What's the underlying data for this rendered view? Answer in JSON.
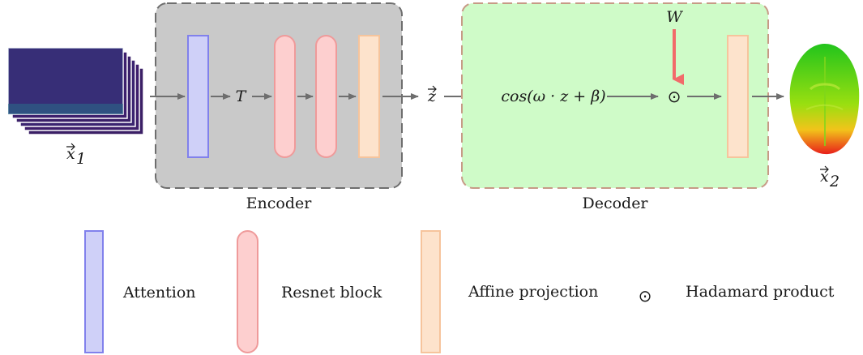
{
  "input_symbol": "x",
  "input_subscript": "1",
  "output_symbol": "x",
  "output_subscript": "2",
  "latent_symbol": "z",
  "transpose_symbol": "T",
  "weight_symbol": "W",
  "decoder_expression": "cos(ω · z + β)",
  "hadamard_symbol": "⊙",
  "encoder": {
    "title": "Encoder"
  },
  "decoder": {
    "title": "Decoder"
  },
  "legend": {
    "attention": "Attention",
    "resnet": "Resnet block",
    "affine": "Affine projection",
    "hadamard_symbol": "⊙",
    "hadamard": "Hadamard product"
  },
  "colors": {
    "encoder_fill": "#c9c9c9",
    "decoder_fill": "#cffbc8",
    "attention_fill": "#cfd0f8",
    "attention_stroke": "#8181ec",
    "resnet_fill": "#fdcfcf",
    "resnet_stroke": "#ef9a9a",
    "affine_fill": "#fde3cc",
    "affine_stroke": "#f6c49c",
    "arrow": "#6e6e6e",
    "weight_arrow": "#f26a6a"
  }
}
